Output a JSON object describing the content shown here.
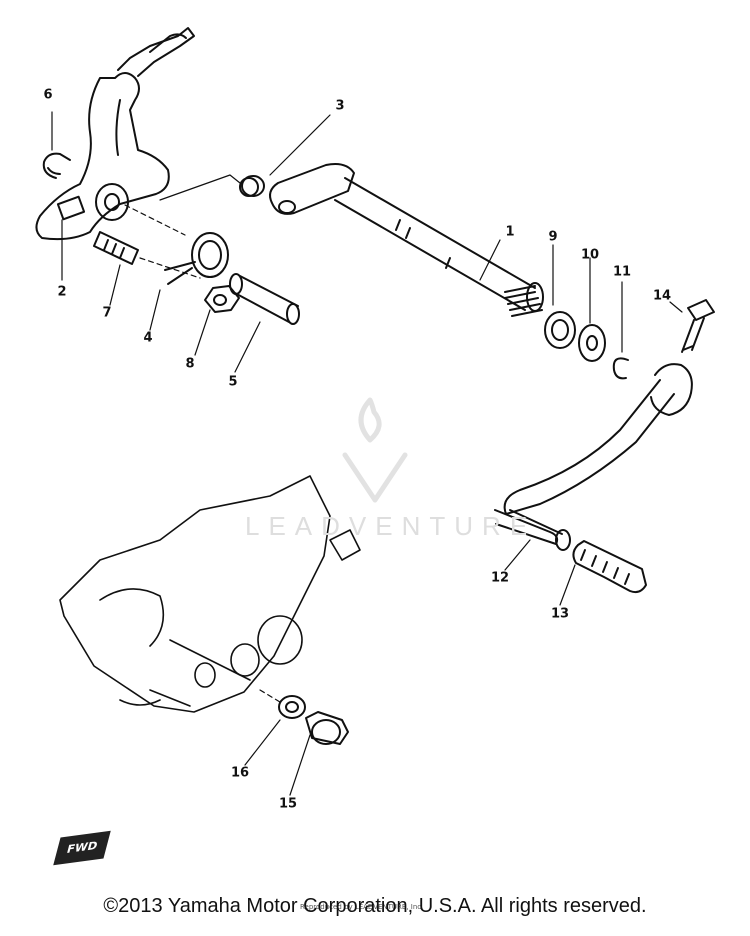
{
  "diagram": {
    "callouts": [
      {
        "id": "c1",
        "text": "1"
      },
      {
        "id": "c2",
        "text": "2"
      },
      {
        "id": "c3",
        "text": "3"
      },
      {
        "id": "c4",
        "text": "4"
      },
      {
        "id": "c5",
        "text": "5"
      },
      {
        "id": "c6",
        "text": "6"
      },
      {
        "id": "c7",
        "text": "7"
      },
      {
        "id": "c8",
        "text": "8"
      },
      {
        "id": "c9",
        "text": "9"
      },
      {
        "id": "c10",
        "text": "10"
      },
      {
        "id": "c11",
        "text": "11"
      },
      {
        "id": "c12",
        "text": "12"
      },
      {
        "id": "c13",
        "text": "13"
      },
      {
        "id": "c14",
        "text": "14"
      },
      {
        "id": "c15",
        "text": "15"
      },
      {
        "id": "c16",
        "text": "16"
      }
    ],
    "forward_marker": "FWD",
    "watermark": "LEADVENTURE",
    "small_print": "Reproduced by LEADVENTURE, Inc.",
    "copyright": "©2013 Yamaha Motor Corporation, U.S.A. All rights reserved."
  }
}
